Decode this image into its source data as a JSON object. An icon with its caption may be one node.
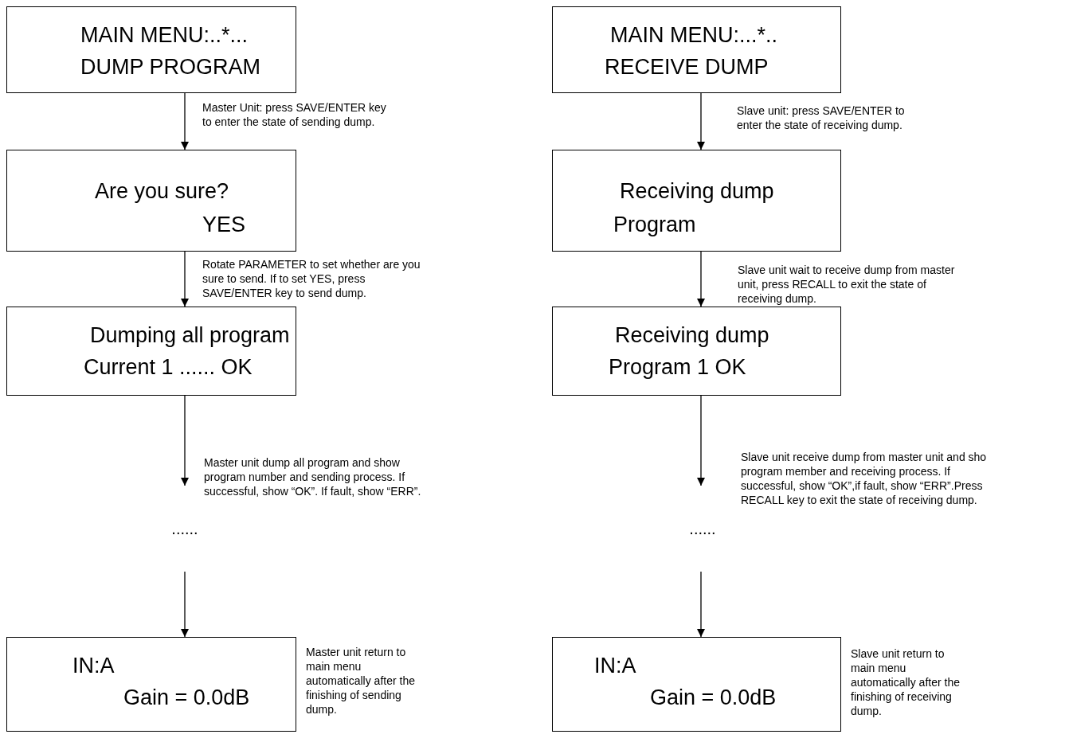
{
  "diagram": {
    "nodes": [
      {
        "text": [
          "MAIN MENU:..*...",
          "DUMP PROGRAM"
        ]
      },
      {
        "text": [
          "Are you sure?",
          "YES"
        ]
      },
      {
        "text": [
          "Dumping all program",
          "Current 1 ...... OK"
        ]
      },
      {
        "text": [
          "......"
        ]
      },
      {
        "text": [
          "IN:A",
          "Gain = 0.0dB"
        ],
        "beside": [
          "Master unit return to main menu automatically after the finishing of sending dump."
        ]
      },
      {
        "text": [
          "MAIN MENU:...*..",
          "RECEIVE DUMP"
        ]
      },
      {
        "text": [
          "Receiving dump",
          "Program"
        ]
      },
      {
        "text": [
          "Receiving dump",
          "Program 1 OK"
        ]
      },
      {
        "text": [
          "......"
        ]
      },
      {
        "text": [
          "IN:A",
          "Gain = 0.0dB"
        ],
        "beside": [
          "Slave unit return to main menu automatically after the finishing of receiving dump."
        ]
      }
    ],
    "edges": [
      {
        "from": 0,
        "to": 1,
        "arrow": "to",
        "label": "Master Unit: press SAVE/ENTER key to enter the state of sending dump."
      },
      {
        "from": 1,
        "to": 2,
        "arrow": "to",
        "label": "Rotate PARAMETER to set whether are you sure to send. If to set YES, press SAVE/ENTER key to send dump."
      },
      {
        "from": 2,
        "to": 3,
        "arrow": "to",
        "label": "Master unit dump all program and show program number and sending process. If successful, show “OK”. If fault, show “ERR”."
      },
      {
        "from": 3,
        "to": 4,
        "arrow": "to"
      },
      {
        "from": 5,
        "to": 6,
        "arrow": "to",
        "label": "Slave unit: press SAVE/ENTER to enter the state of receiving dump."
      },
      {
        "from": 6,
        "to": 7,
        "arrow": "to",
        "label": "Slave unit wait to receive dump from master unit, press RECALL to exit the state of receiving dump."
      },
      {
        "from": 7,
        "to": 8,
        "arrow": "to",
        "label": "Slave unit receive dump from master unit and sho program member and receiving process. If successful, show “OK”,if fault, show “ERR”.Press RECALL key to exit the state of receiving dump."
      },
      {
        "from": 8,
        "to": 9,
        "arrow": "to"
      }
    ]
  }
}
